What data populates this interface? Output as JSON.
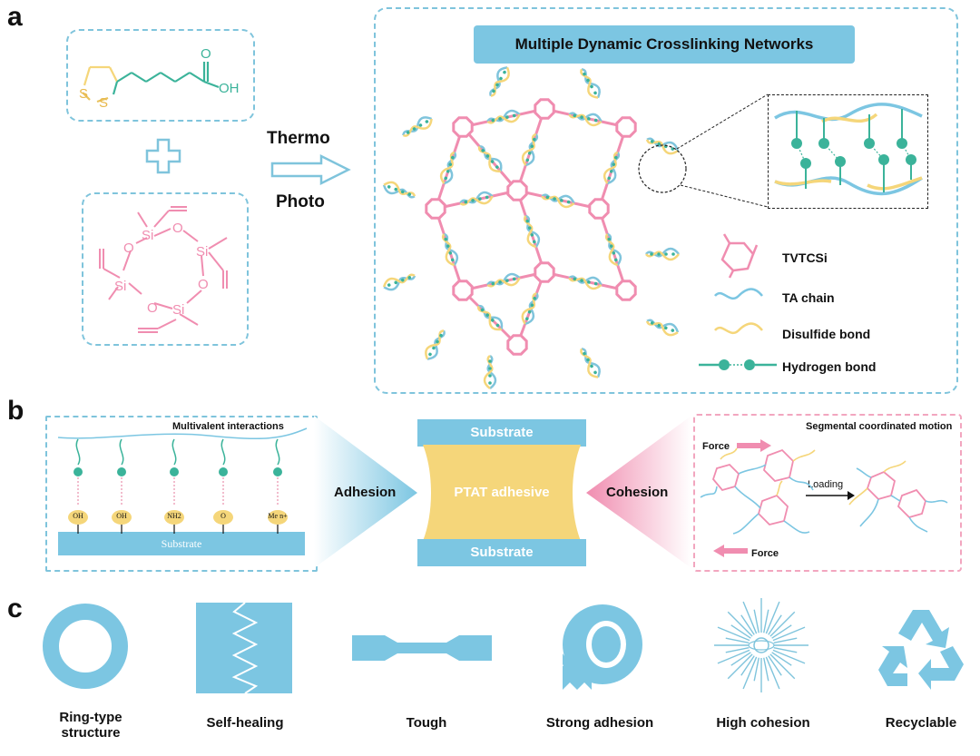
{
  "panels": {
    "a": "a",
    "b": "b",
    "c": "c"
  },
  "panel_a": {
    "chem1": {
      "oh": "OH",
      "o": "O",
      "s1": "S",
      "s2": "S"
    },
    "chem2": {
      "si1": "Si",
      "si2": "Si",
      "si3": "Si",
      "si4": "Si",
      "o1": "O",
      "o2": "O",
      "o3": "O",
      "o4": "O"
    },
    "arrow_top": "Thermo",
    "arrow_bottom": "Photo",
    "network_title": "Multiple Dynamic Crosslinking Networks",
    "legend": [
      {
        "label": "TVTCSi",
        "icon": "tvtcsi-icon"
      },
      {
        "label": "TA chain",
        "icon": "ta-chain-icon"
      },
      {
        "label": "Disulfide bond",
        "icon": "disulfide-icon"
      },
      {
        "label": "Hydrogen bond",
        "icon": "hydrogen-bond-icon"
      }
    ]
  },
  "panel_b": {
    "left_title": "Multivalent interactions",
    "groups": [
      "OH",
      "OH",
      "NH2",
      "O",
      "Me n+"
    ],
    "substrate_left": "Substrate",
    "adhesion": "Adhesion",
    "cohesion": "Cohesion",
    "substrate_top": "Substrate",
    "substrate_bottom": "Substrate",
    "adhesive": "PTAT adhesive",
    "right_title": "Segmental coordinated motion",
    "force_top": "Force",
    "force_bottom": "Force",
    "loading": "Loading"
  },
  "panel_c": {
    "features": [
      {
        "label": "Ring-type structure",
        "icon": "ring-icon"
      },
      {
        "label": "Self-healing",
        "icon": "self-healing-icon"
      },
      {
        "label": "Tough",
        "icon": "tough-icon"
      },
      {
        "label": "Strong adhesion",
        "icon": "tape-icon"
      },
      {
        "label": "High cohesion",
        "icon": "burst-icon"
      },
      {
        "label": "Recyclable",
        "icon": "recycle-icon"
      }
    ]
  },
  "colors": {
    "blue": "#7fc4dc",
    "pink": "#f08db0",
    "yellow": "#f5d67a",
    "teal": "#3bb39a",
    "substrate": "#7cc6e2"
  }
}
